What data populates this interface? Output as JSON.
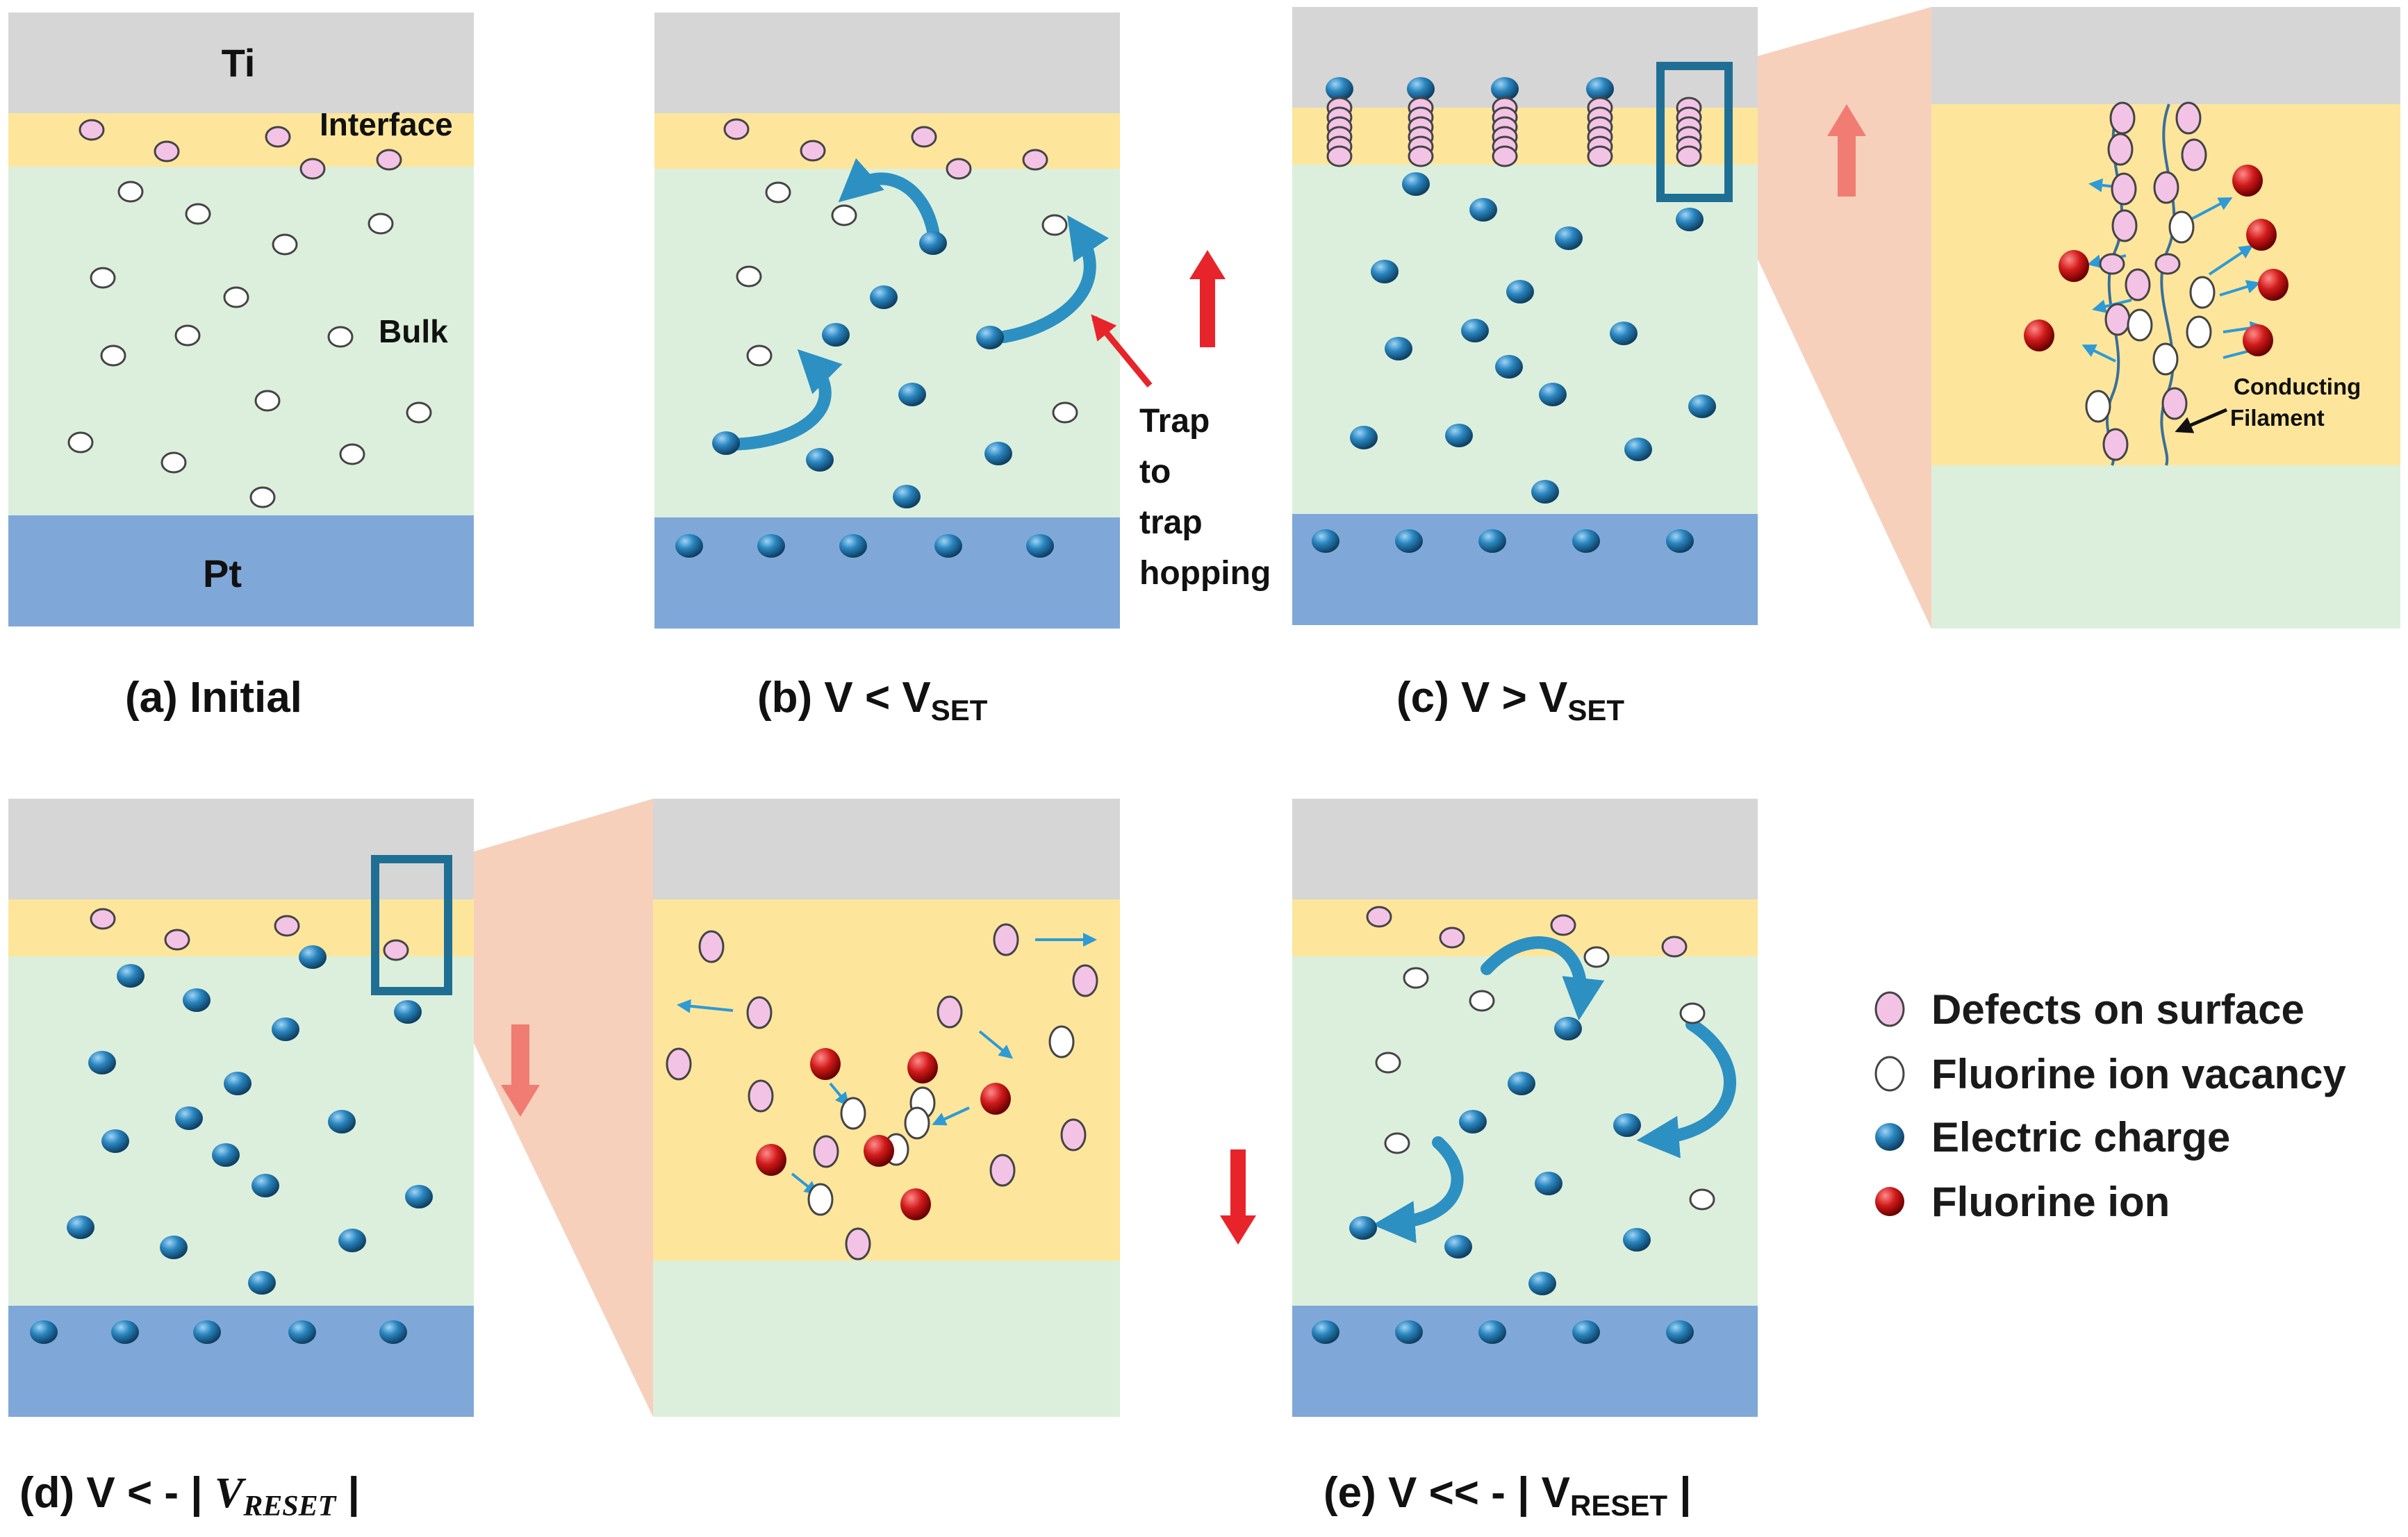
{
  "colors": {
    "metal_top": "#d6d6d6",
    "interface": "#fde69b",
    "bulk": "#dcefdc",
    "metal_bottom": "#7fa8d9",
    "zoom_wedge": "#f6c8b0",
    "frame": "#1f6f94",
    "hop_arrow": "#2c90c2",
    "up_down_arrow": "#e8242b",
    "small_arrow": "#2e9ad6",
    "defect": "#f3c3e6",
    "vacancy": "#ffffff",
    "charge": "#2a86c0",
    "ion": "#d11a1a"
  },
  "labels": {
    "ti": "Ti",
    "pt": "Pt",
    "interface": "Interface",
    "bulk": "Bulk",
    "trap_line1": "Trap",
    "trap_line2": "to",
    "trap_line3": "trap",
    "trap_line4": "hopping",
    "conducting_line1": "Conducting",
    "conducting_line2": "Filament"
  },
  "captions": {
    "a": "(a) Initial",
    "b_main": "(b) V < V",
    "b_sub": "SET",
    "c_main": "(c) V >  V",
    "c_sub": "SET",
    "d_main": "(d) V < - | ",
    "d_var": "V",
    "d_sub": "RESET",
    "d_end": " |",
    "e_main": "(e) V << - | V",
    "e_sub": "RESET",
    "e_end": " |"
  },
  "legend": {
    "items": [
      {
        "label": "Defects on surface",
        "kind": "defect"
      },
      {
        "label": "Fluorine ion vacancy",
        "kind": "vacancy"
      },
      {
        "label": "Electric charge",
        "kind": "charge"
      },
      {
        "label": "Fluorine ion",
        "kind": "ion"
      }
    ]
  }
}
